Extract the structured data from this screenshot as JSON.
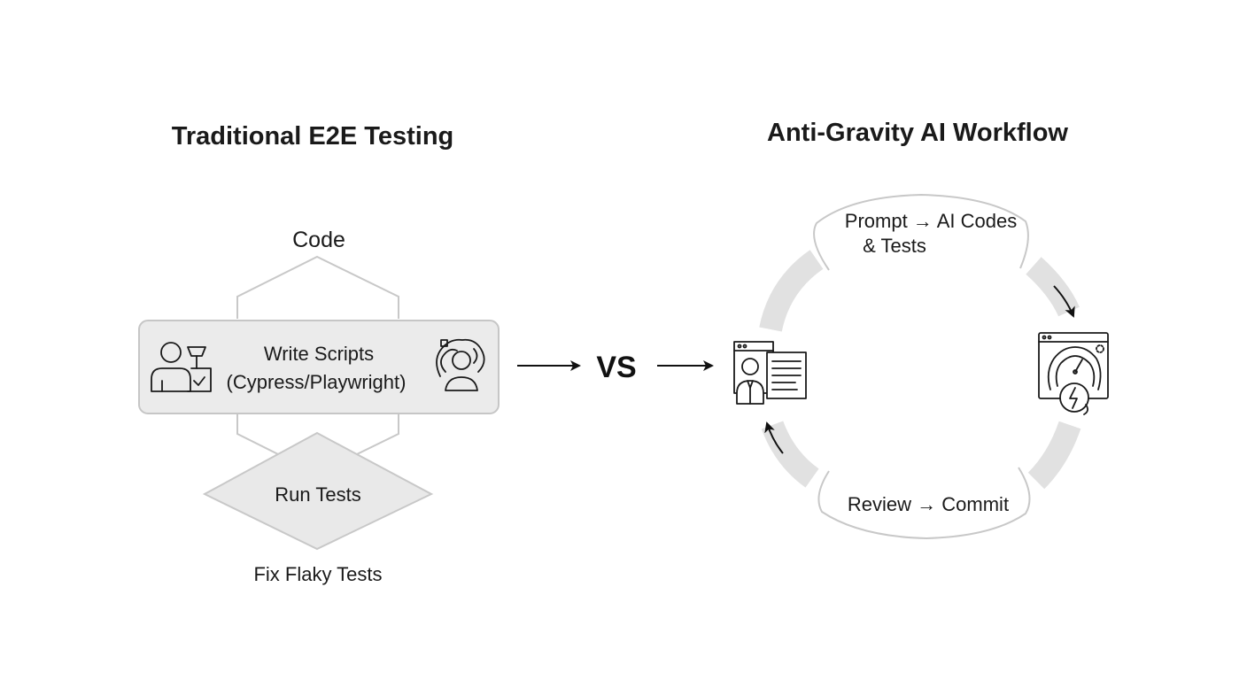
{
  "left": {
    "title": "Traditional E2E Testing",
    "code_label": "Code",
    "write_line1": "Write Scripts",
    "write_line2": "(Cypress/Playwright)",
    "run_label": "Run Tests",
    "fix_label": "Fix Flaky Tests"
  },
  "vs_label": "VS",
  "right": {
    "title": "Anti-Gravity AI Workflow",
    "prompt_line1": "Prompt → AI Codes",
    "prompt_line2": "& Tests",
    "review_label": "Review → Commit"
  },
  "icons": {
    "developer_tools": "developer-tools-icon",
    "brain_user": "brain-user-icon",
    "developer_screen": "developer-screen-icon",
    "performance_dashboard": "performance-dashboard-icon"
  },
  "colors": {
    "stroke": "#c8c8c8",
    "fill_light": "#ececec",
    "ring": "#e2e2e2",
    "text": "#1a1a1a"
  }
}
